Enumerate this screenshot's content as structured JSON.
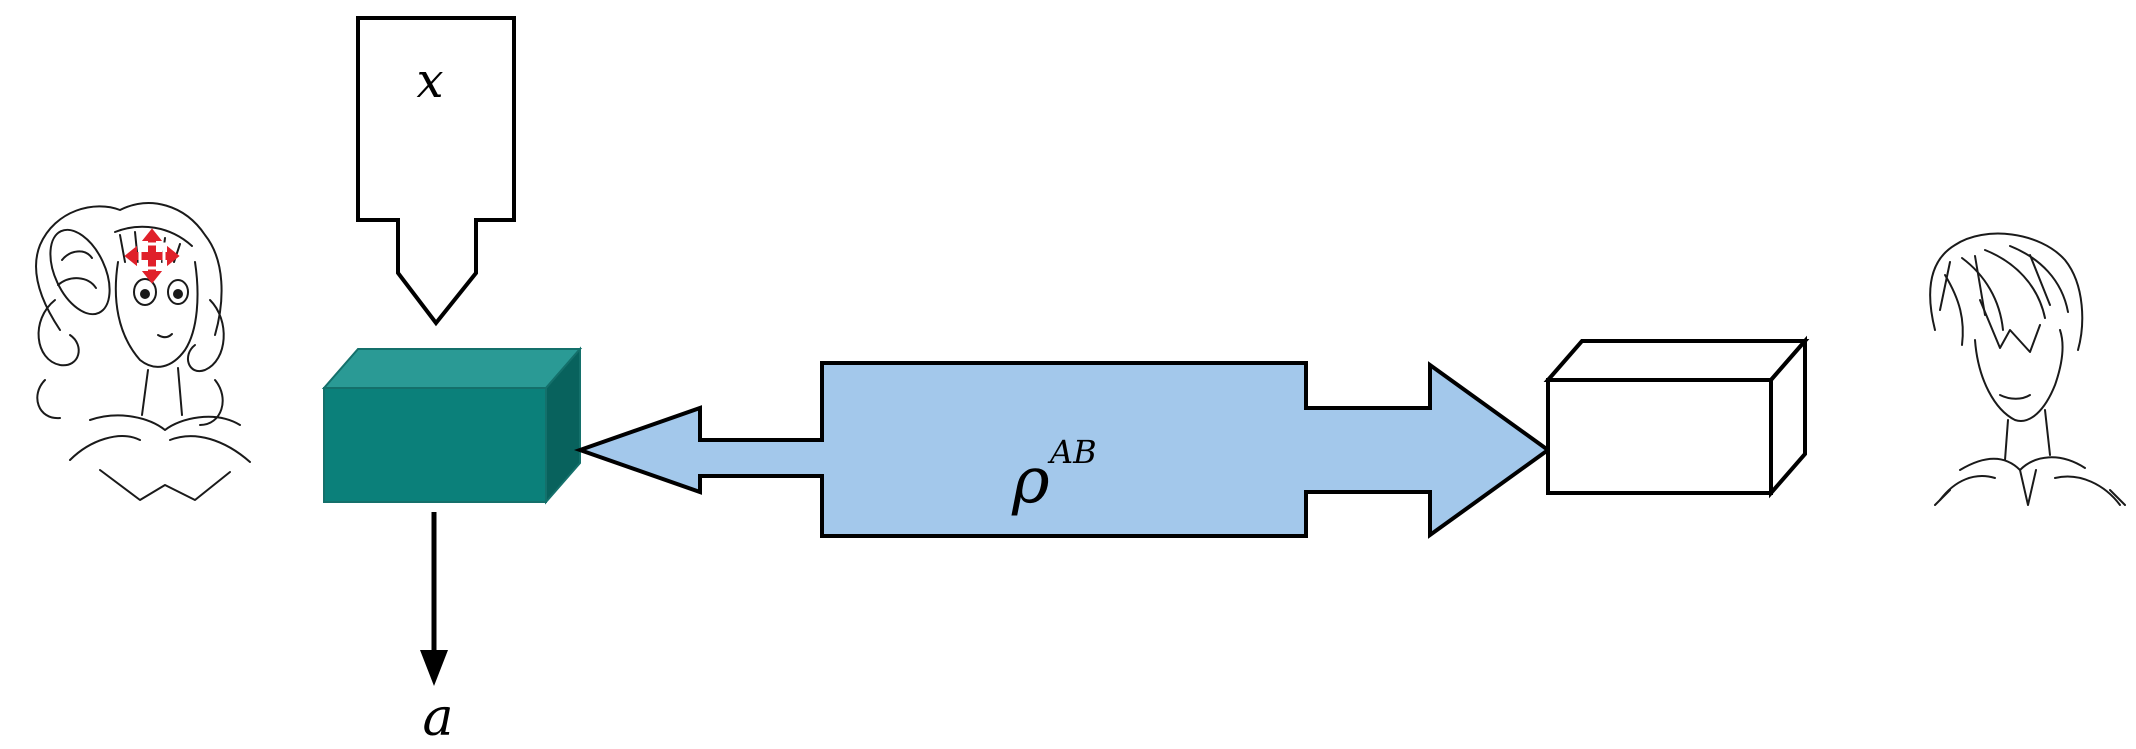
{
  "diagram": {
    "input_label": "x",
    "output_label": "a",
    "state_label": "ρ",
    "state_superscript": "AB",
    "left_party_icon": "girl-character-sketch-icon",
    "right_party_icon": "boy-character-sketch-icon",
    "move_marker_icon": "move-arrows-icon",
    "colors": {
      "alice_box_front": "#0b807a",
      "alice_box_top": "#2a9a95",
      "alice_box_side": "#08625d",
      "channel_fill": "#a3c8eb",
      "bob_box_fill": "#ffffff",
      "stroke": "#000000",
      "marker": "#e0202a"
    }
  }
}
